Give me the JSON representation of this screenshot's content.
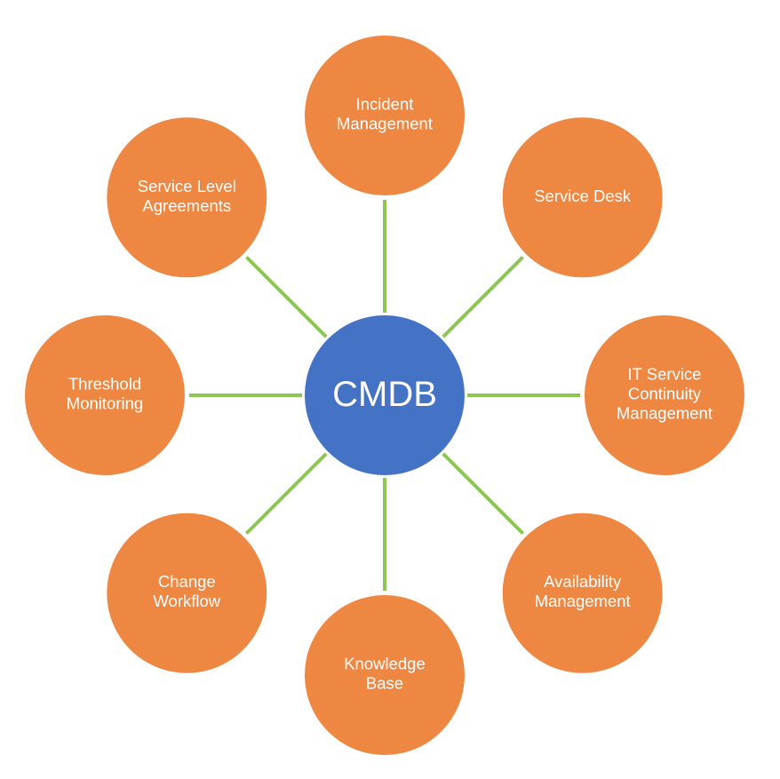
{
  "diagram": {
    "hub": {
      "label": "CMDB"
    },
    "nodes": [
      {
        "id": "incident-management",
        "lines": [
          "Incident",
          "Management"
        ]
      },
      {
        "id": "service-desk",
        "lines": [
          "Service Desk"
        ]
      },
      {
        "id": "it-service-continuity-management",
        "lines": [
          "IT Service",
          "Continuity",
          "Management"
        ]
      },
      {
        "id": "availability-management",
        "lines": [
          "Availability",
          "Management"
        ]
      },
      {
        "id": "knowledge-base",
        "lines": [
          "Knowledge",
          "Base"
        ]
      },
      {
        "id": "change-workflow",
        "lines": [
          "Change",
          "Workflow"
        ]
      },
      {
        "id": "threshold-monitoring",
        "lines": [
          "Threshold",
          "Monitoring"
        ]
      },
      {
        "id": "service-level-agreements",
        "lines": [
          "Service Level",
          "Agreements"
        ]
      }
    ],
    "colors": {
      "hub_fill": "#4472C4",
      "node_fill": "#ED8741",
      "connector": "#8DC650",
      "text": "#FFFFFF",
      "background": "#FFFFFF"
    }
  }
}
